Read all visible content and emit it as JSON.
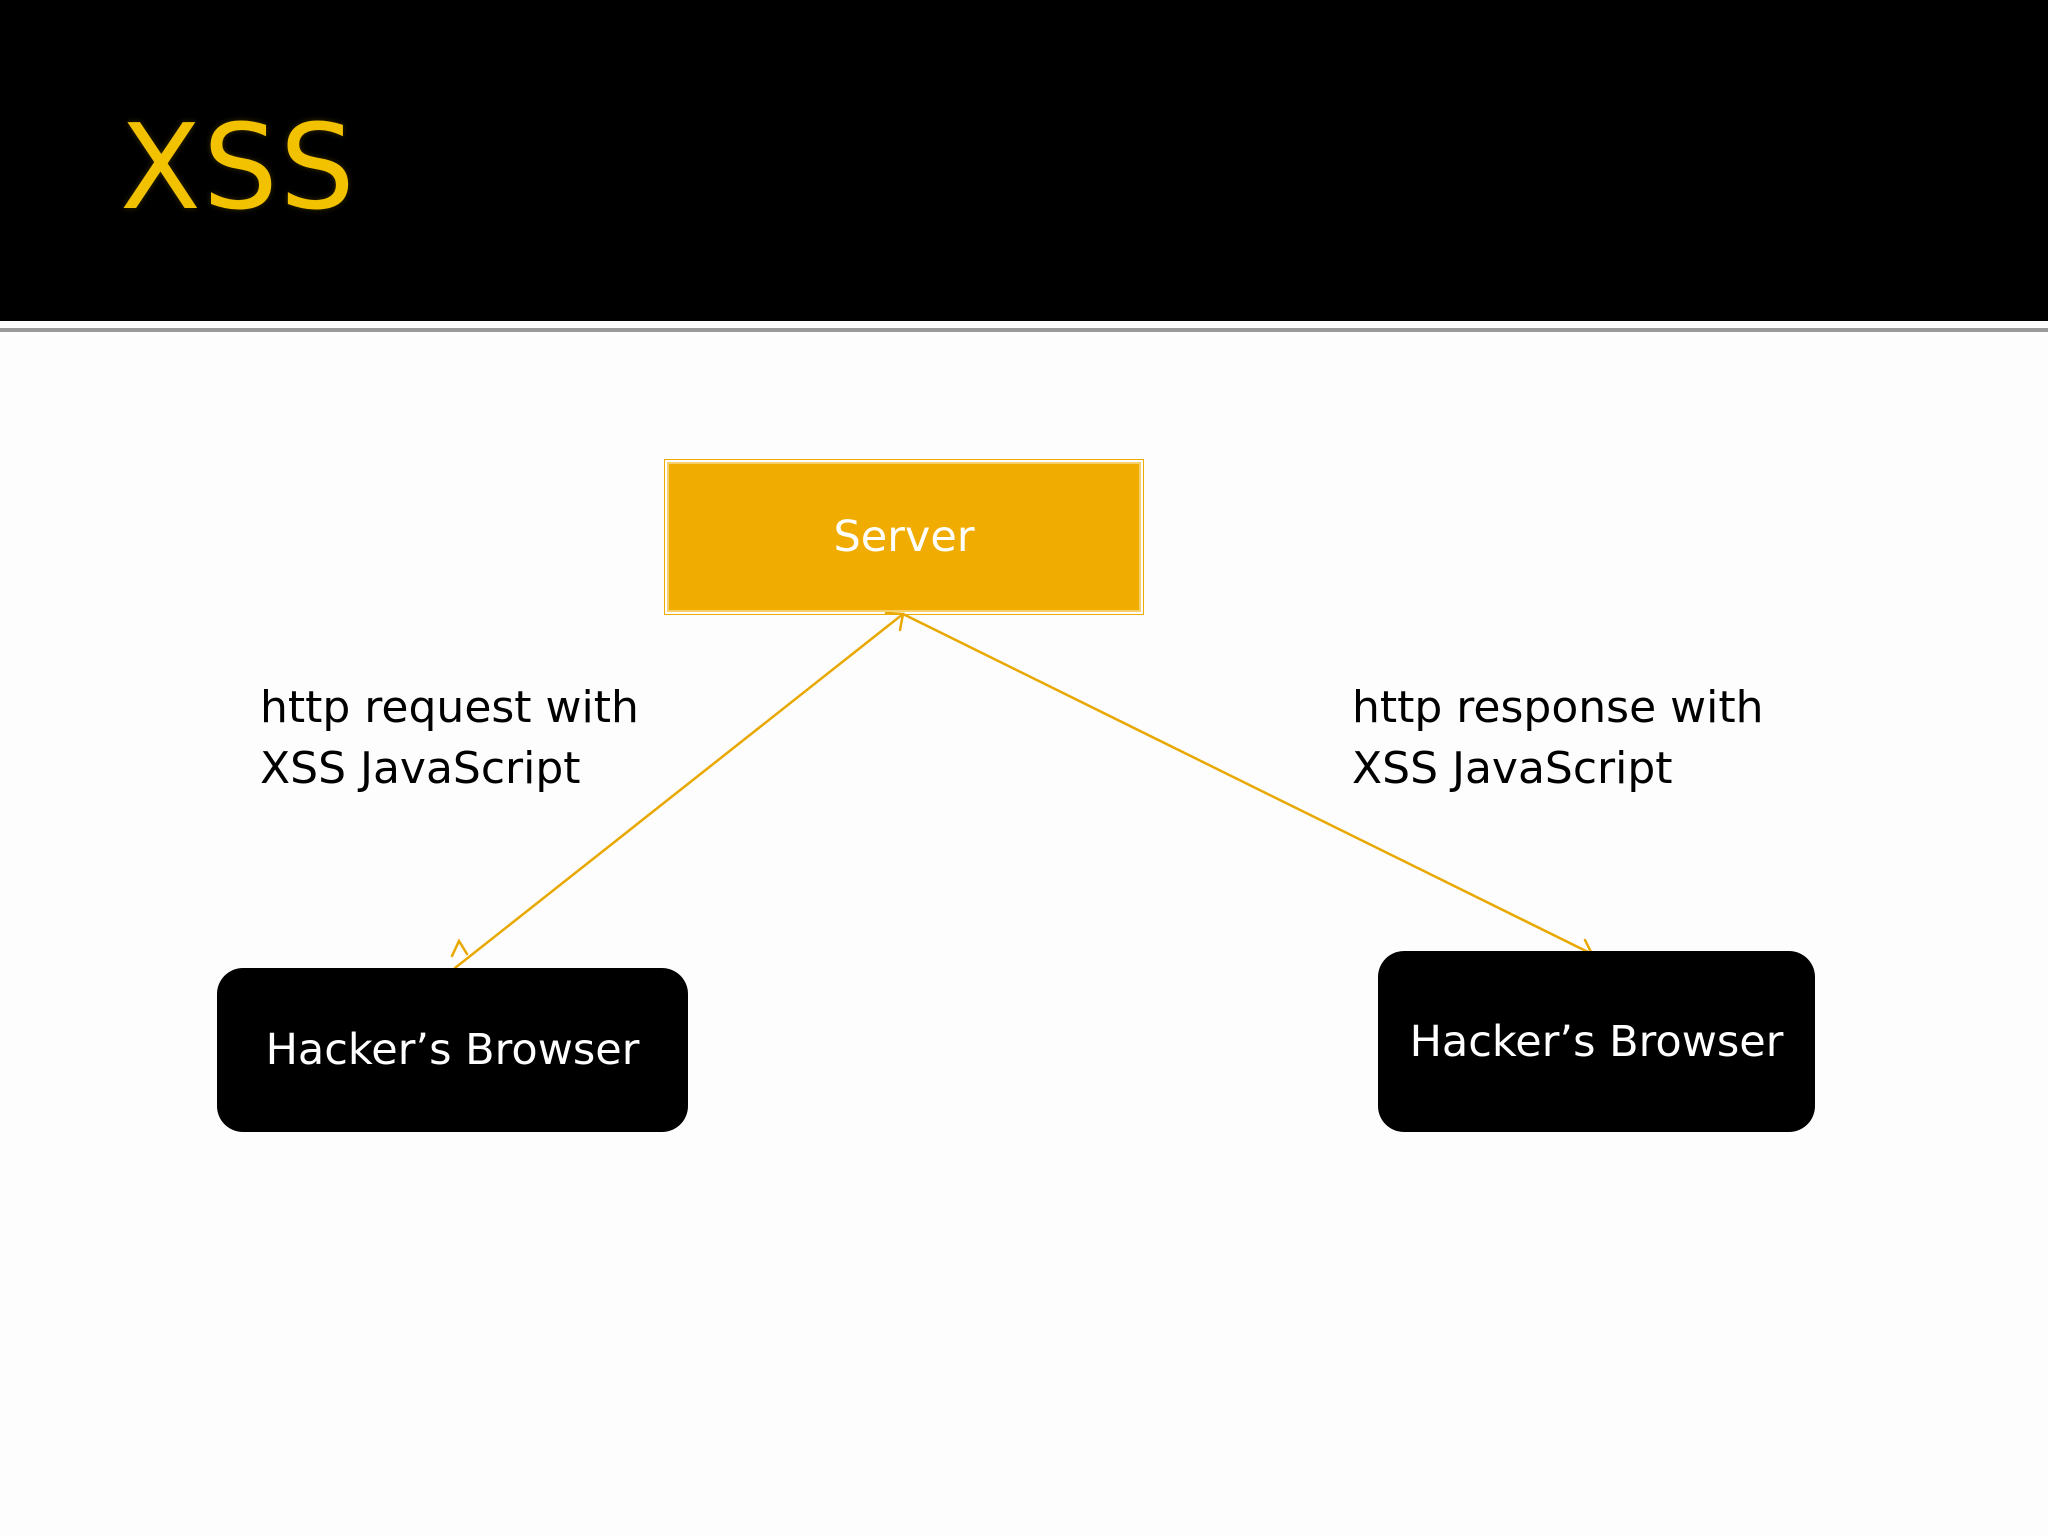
{
  "slide": {
    "title": "XSS"
  },
  "diagram": {
    "nodes": {
      "server": "Server",
      "hacker_browser_left": "Hacker’s Browser",
      "hacker_browser_right": "Hacker’s Browser"
    },
    "edges": {
      "request": {
        "line1": "http request with",
        "line2": "XSS JavaScript"
      },
      "response": {
        "line1": "http response with",
        "line2": "XSS JavaScript"
      }
    }
  },
  "colors": {
    "header_background": "#000000",
    "title": "#f2c200",
    "server_fill": "#f0ac00",
    "arrow": "#e8a800",
    "browser_fill": "#000000"
  }
}
